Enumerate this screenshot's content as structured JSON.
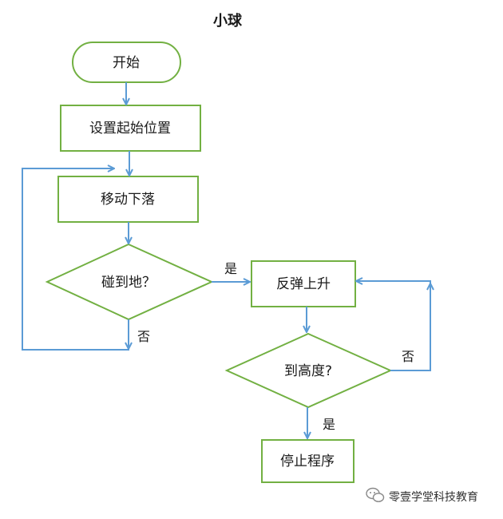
{
  "title": "小球",
  "colors": {
    "node_border": "#72b042",
    "arrow": "#5b9bd5",
    "text": "#1a1a1a"
  },
  "nodes": {
    "start": "开始",
    "set_position": "设置起始位置",
    "move_down": "移动下落",
    "hit_ground": "碰到地？",
    "bounce_up": "反弹上升",
    "reach_height": "到高度?",
    "stop": "停止程序"
  },
  "edge_labels": {
    "hit_yes": "是",
    "hit_no": "否",
    "height_no": "否",
    "height_yes": "是"
  },
  "watermark": {
    "text": "零壹学堂科技教育",
    "icon": "wechat-icon"
  }
}
